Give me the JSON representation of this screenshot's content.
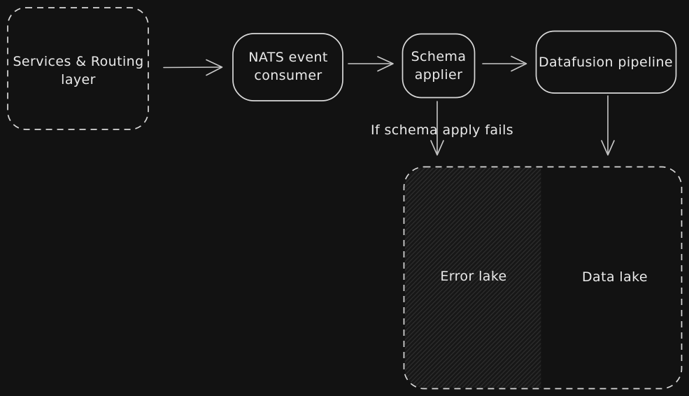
{
  "canvas": {
    "background_color": "#121212",
    "stroke_color": "#d9d9d9",
    "text_color": "#e9e9e9",
    "hatch_line_color": "#2e2e2e"
  },
  "nodes": {
    "services": {
      "label": "Services & Routing\nlayer",
      "style": "dashed-rounded-box"
    },
    "nats": {
      "label": "NATS event\nconsumer",
      "style": "rounded-box"
    },
    "schema": {
      "label": "Schema\napplier",
      "style": "rounded-box"
    },
    "datafusion": {
      "label": "Datafusion pipeline",
      "style": "rounded-box"
    },
    "error_lake": {
      "label": "Error lake",
      "style": "hachure-region"
    },
    "data_lake": {
      "label": "Data lake",
      "style": "plain-region"
    }
  },
  "edges": {
    "services_to_nats": {
      "type": "arrow-right"
    },
    "nats_to_schema": {
      "type": "arrow-right"
    },
    "schema_to_datafusion": {
      "type": "arrow-right"
    },
    "schema_to_error_lake": {
      "type": "arrow-down",
      "label": "If schema apply fails"
    },
    "datafusion_to_data_lake": {
      "type": "arrow-down"
    }
  }
}
